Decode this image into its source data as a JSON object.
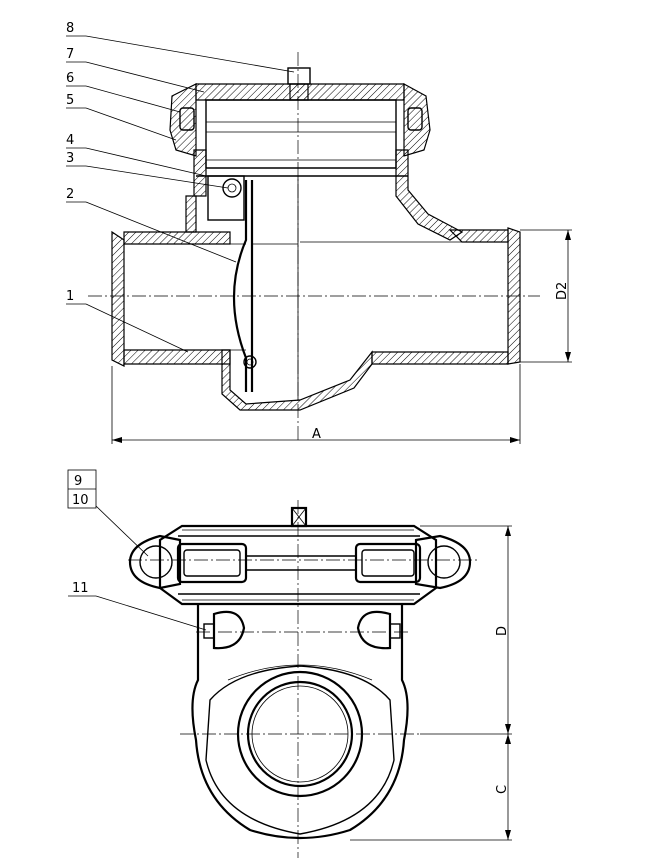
{
  "leaders": [
    "1",
    "2",
    "3",
    "4",
    "5",
    "6",
    "7",
    "8",
    "9",
    "10",
    "11"
  ],
  "dims": {
    "A": "A",
    "D2": "D2",
    "D": "D",
    "C": "C"
  }
}
